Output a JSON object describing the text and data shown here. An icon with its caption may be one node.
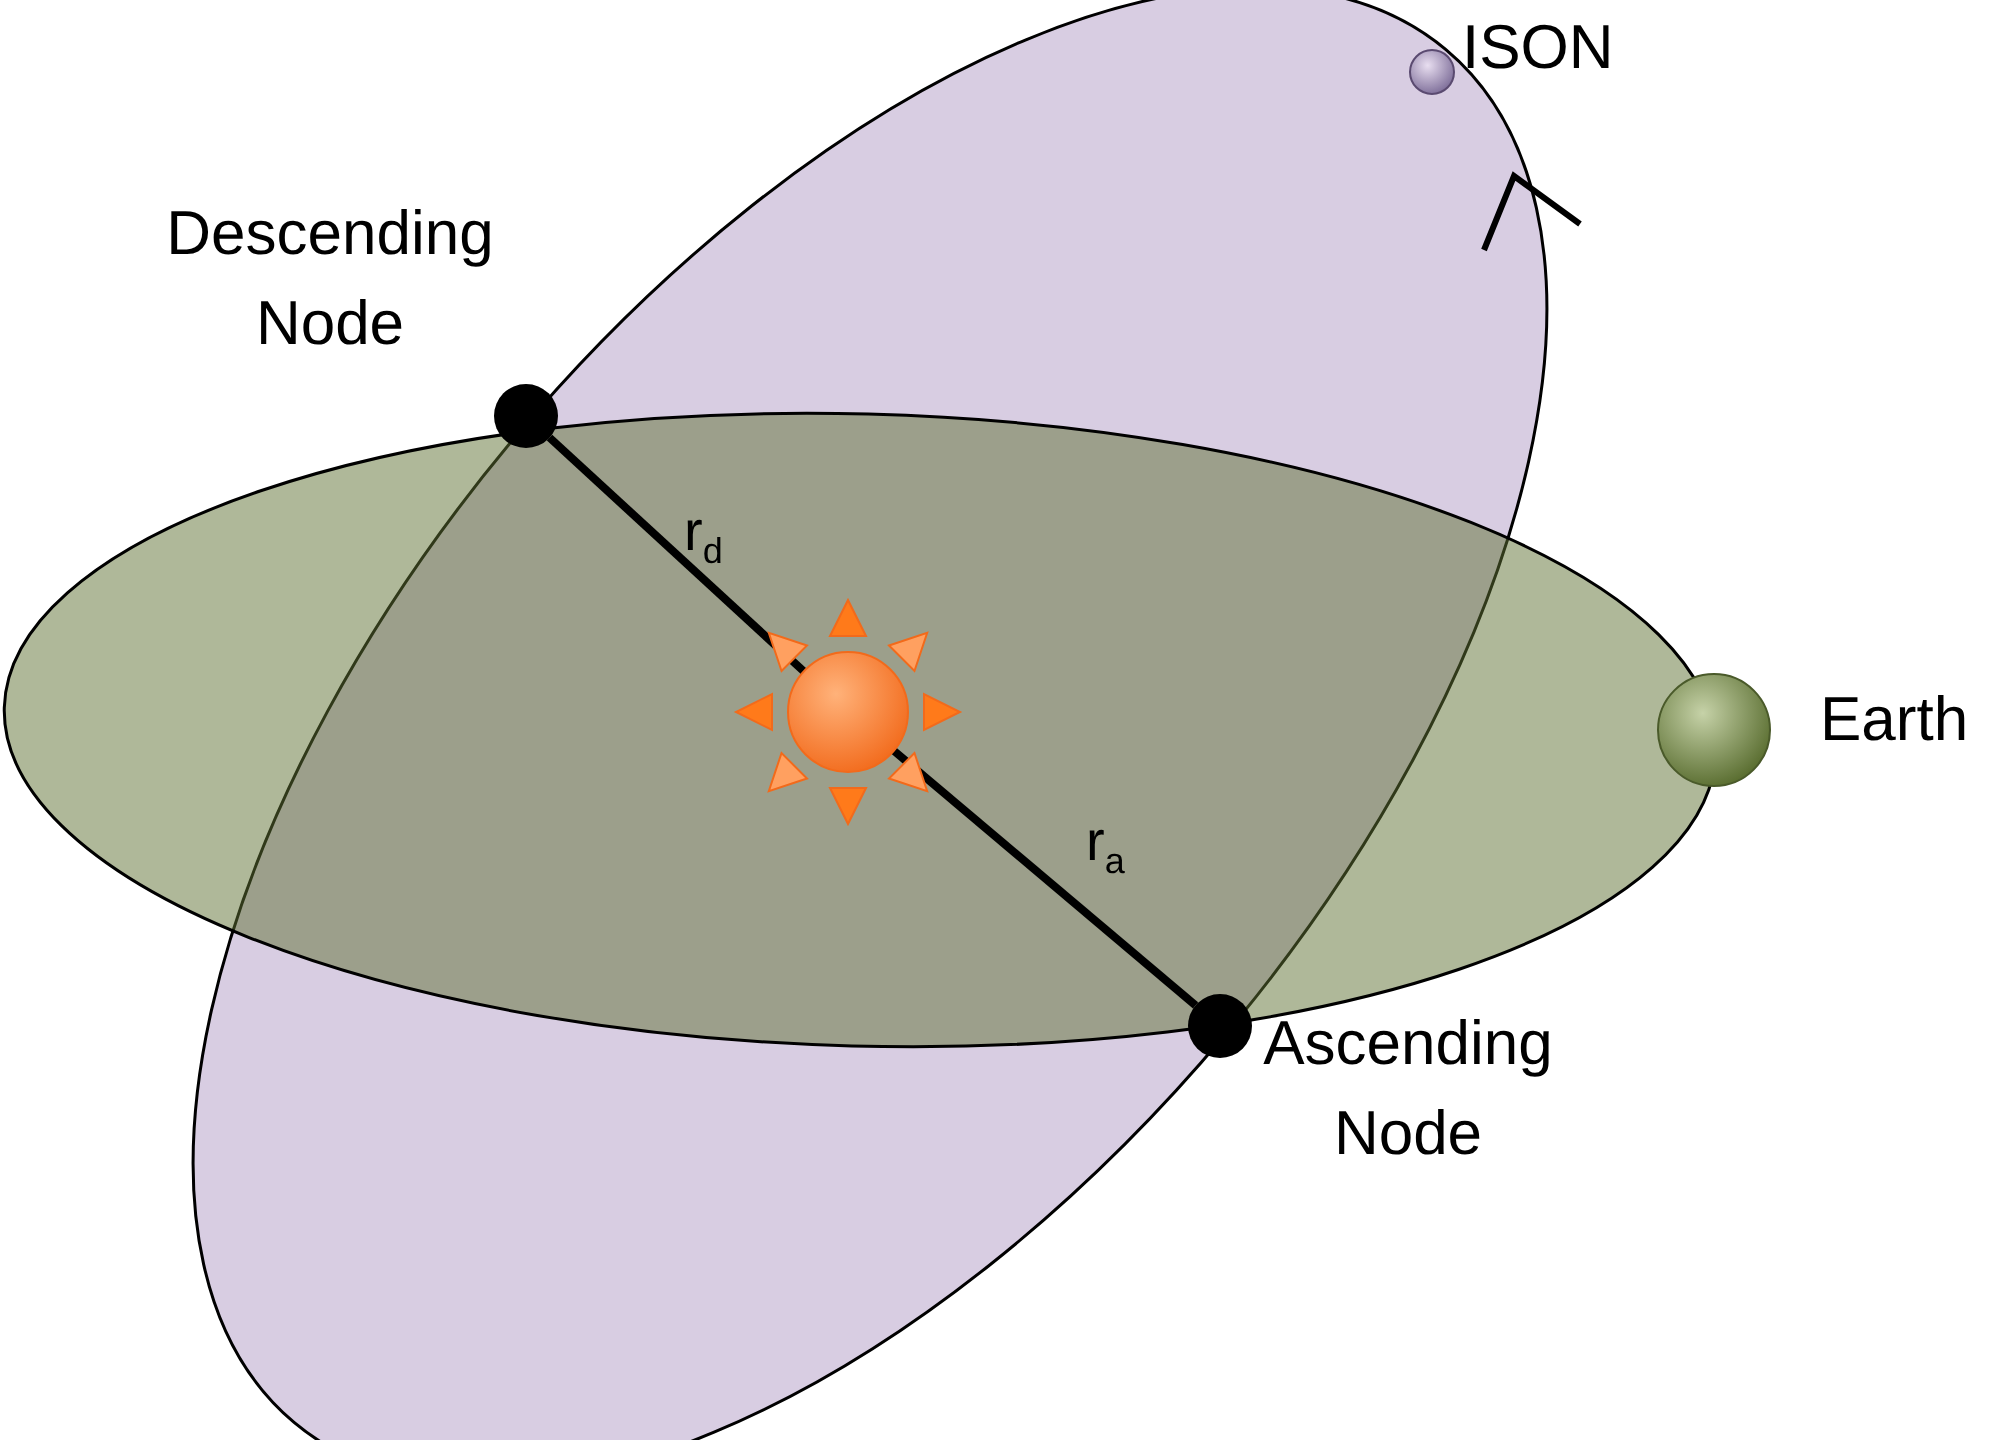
{
  "diagram": {
    "nodes": [
      {
        "text": [],
        "shape": "circle",
        "beside": [
          "Descending Node"
        ]
      },
      {
        "text": [],
        "shape": "picture"
      },
      {
        "text": [],
        "shape": "circle",
        "beside": [
          "Ascending Node"
        ]
      }
    ],
    "edges": [
      {
        "from": 0,
        "to": 1,
        "arrow": "none",
        "label": "r$_{d}$"
      },
      {
        "from": 1,
        "to": 2,
        "arrow": "none",
        "label": "r$_{a}$"
      }
    ],
    "labels": [
      "ISON",
      "Earth"
    ]
  }
}
